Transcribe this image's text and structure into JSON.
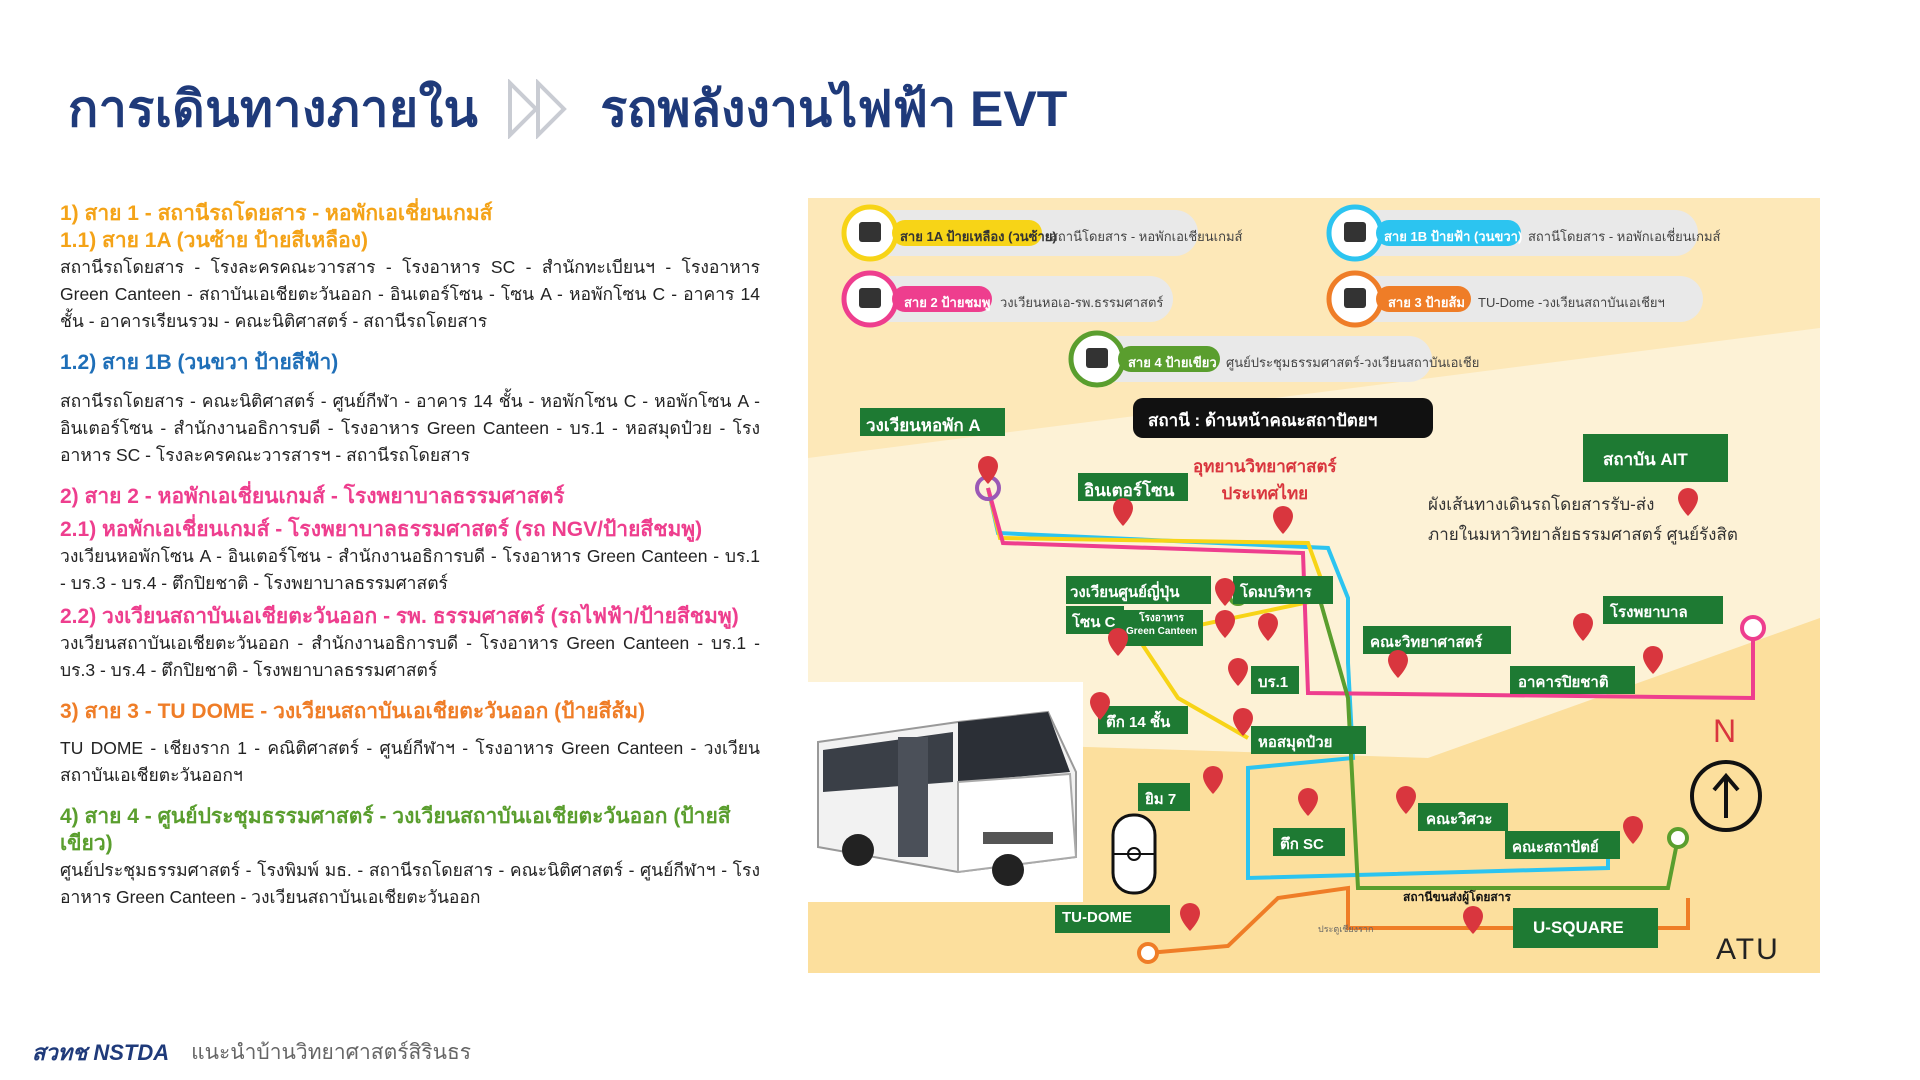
{
  "title": {
    "main": "การเดินทางภายใน",
    "sub": "รถพลังงานไฟฟ้า EVT"
  },
  "routes": [
    {
      "heading": "1) สาย 1 - สถานีรถโดยสาร - หอพักเอเชี่ยนเกมส์",
      "color": "#f4a318"
    },
    {
      "heading": "1.1) สาย 1A (วนซ้าย ป้ายสีเหลือง)",
      "color": "#f4a318",
      "desc": "สถานีรถโดยสาร - โรงละครคณะวารสาร - โรงอาหาร SC - สำนักทะเบียนฯ - โรงอาหาร Green Canteen - สถาบันเอเชียตะวันออก - อินเตอร์โซน - โซน A - หอพักโซน C - อาคาร 14 ชั้น - อาคารเรียนรวม - คณะนิติศาสตร์ - สถานีรถโดยสาร"
    },
    {
      "heading": "1.2) สาย 1B (วนขวา ป้ายสีฟ้า)",
      "color": "#1f6fb8",
      "desc": "สถานีรถโดยสาร - คณะนิติศาสตร์ - ศูนย์กีฬา - อาคาร 14 ชั้น - หอพักโซน C - หอพักโซน A - อินเตอร์โซน - สำนักงานอธิการบดี - โรงอาหาร Green Canteen - บร.1 - หอสมุดป๋วย - โรงอาหาร SC - โรงละครคณะวารสารฯ - สถานีรถโดยสาร"
    },
    {
      "heading": "2) สาย 2 - หอพักเอเชี่ยนเกมส์ - โรงพยาบาลธรรมศาสตร์",
      "color": "#ee3e8e"
    },
    {
      "heading": "2.1) หอพักเอเชี่ยนเกมส์ - โรงพยาบาลธรรมศาสตร์ (รถ NGV/ป้ายสีชมพู)",
      "color": "#ee3e8e",
      "desc": "วงเวียนหอพักโซน A - อินเตอร์โซน - สำนักงานอธิการบดี - โรงอาหาร Green Canteen - บร.1 - บร.3 - บร.4 - ตึกปิยชาติ - โรงพยาบาลธรรมศาสตร์"
    },
    {
      "heading": "2.2) วงเวียนสถาบันเอเชียตะวันออก - รพ. ธรรมศาสตร์ (รถไฟฟ้า/ป้ายสีชมพู)",
      "color": "#ee3e8e",
      "desc": "วงเวียนสถาบันเอเชียตะวันออก - สำนักงานอธิการบดี - โรงอาหาร Green Canteen - บร.1 - บร.3 - บร.4 - ตึกปิยชาติ - โรงพยาบาลธรรมศาสตร์"
    },
    {
      "heading": "3) สาย 3 - TU DOME - วงเวียนสถาบันเอเชียตะวันออก (ป้ายสีส้ม)",
      "color": "#ef7d27",
      "desc": "TU DOME - เชียงราก 1 - คณิติศาสตร์ - ศูนย์กีฬาฯ - โรงอาหาร Green Canteen - วงเวียนสถาบันเอเชียตะวันออกฯ"
    },
    {
      "heading": "4) สาย 4 - ศูนย์ประชุมธรรมศาสตร์ - วงเวียนสถาบันเอเชียตะวันออก (ป้ายสีเขียว)",
      "color": "#5a9e2e",
      "desc": "ศูนย์ประชุมธรรมศาสตร์ - โรงพิมพ์ มธ. - สถานีรถโดยสาร - คณะนิติศาสตร์ - ศูนย์กีฬาฯ - โรงอาหาร Green Canteen - วงเวียนสถาบันเอเชียตะวันออก"
    }
  ],
  "map": {
    "legend": [
      {
        "name": "สาย 1A ป้ายเหลือง (วนซ้าย)",
        "route": "สถานีโดยสาร - หอพักเอเชียนเกมส์",
        "color": "#f7d417"
      },
      {
        "name": "สาย 1B ป้ายฟ้า (วนขวา)",
        "route": "สถานีโดยสาร - หอพักเอเชี่ยนเกมส์",
        "color": "#2cc4f0"
      },
      {
        "name": "สาย 2 ป้ายชมพู",
        "route": "วงเวียนหอเอ-รพ.ธรรมศาสตร์",
        "color": "#ee3e8e"
      },
      {
        "name": "สาย 3 ป้ายส้ม",
        "route": "TU-Dome -วงเวียนสถาบันเอเชียฯ",
        "color": "#ef7d27"
      },
      {
        "name": "สาย 4 ป้ายเขียว",
        "route": "ศูนย์ประชุมธรรมศาสตร์-วงเวียนสถาบันเอเชีย",
        "color": "#5a9e2e"
      }
    ],
    "station_banner": "สถานี : ด้านหน้าคณะสถาปัตยฯ",
    "places": {
      "dorm_a": "วงเวียนหอพัก A",
      "interzone": "อินเตอร์โซน",
      "science_park": "อุทยานวิทยาศาสตร์\nประเทศไทย",
      "ait": "สถาบัน AIT",
      "map_note": "ผังเส้นทางเดินรถโดยสารรับ-ส่ง\nภายในมหาวิทยาลัยธรรมศาสตร์ ศูนย์รังสิต",
      "japan_circle": "วงเวียนศูนย์ญี่ปุ่น",
      "dome_admin": "โดมบริหาร",
      "zone_c": "โซน C",
      "canteen": "โรงอาหาร\nGreen Canteen",
      "science": "คณะวิทยาศาสตร์",
      "hospital": "โรงพยาบาล",
      "br1": "บร.1",
      "piyachart": "อาคารปิยชาติ",
      "bldg14": "ตึก 14 ชั้น",
      "library": "หอสมุดป๋วย",
      "gym7": "ยิม 7",
      "eng": "คณะวิศวะ",
      "sc": "ตึก SC",
      "arch": "คณะสถาปัตย์",
      "tudome": "TU-DOME",
      "transit": "สถานีขนส่งผู้โดยสาร",
      "usquare": "U-SQUARE",
      "gate": "ประตูเชียงราก",
      "north": "N",
      "brand": "ATU"
    }
  },
  "footer": {
    "logo": "สวทช NSTDA",
    "text": "แนะนำบ้านวิทยาศาสตร์สิรินธร"
  }
}
